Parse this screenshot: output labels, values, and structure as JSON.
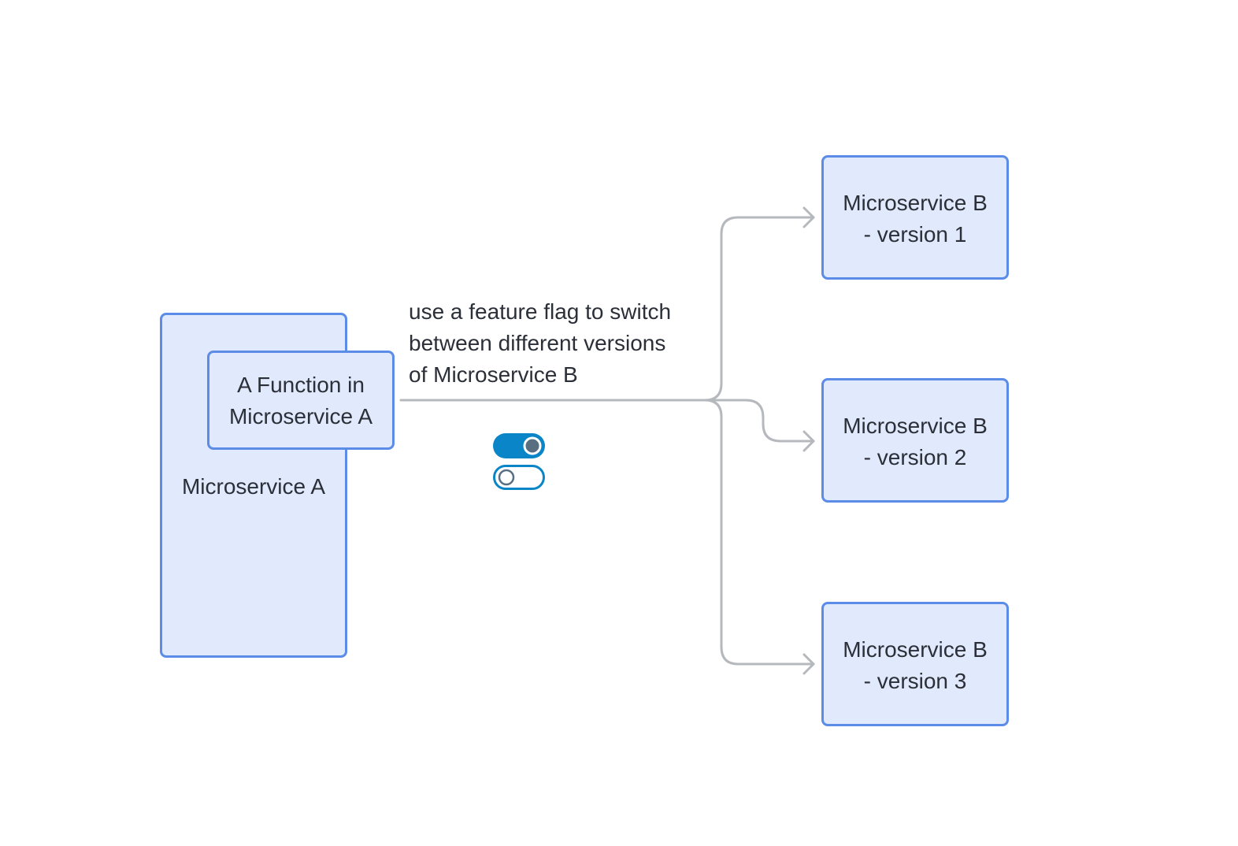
{
  "microservice_a": {
    "label": "Microservice A"
  },
  "function_box": {
    "label": "A Function in\nMicroservice A"
  },
  "annotation": {
    "text": "use a feature flag to switch\nbetween different versions\nof Microservice B"
  },
  "versions": [
    {
      "label": "Microservice B\n- version 1"
    },
    {
      "label": "Microservice B\n- version 2"
    },
    {
      "label": "Microservice B\n- version 3"
    }
  ],
  "toggles": [
    {
      "name": "toggle-on-icon",
      "state": "on"
    },
    {
      "name": "toggle-off-icon",
      "state": "off"
    }
  ],
  "colors": {
    "box_fill": "#e1e9fc",
    "box_border": "#5b8ce8",
    "connector": "#b5b8bd",
    "toggle_on": "#0a86c8",
    "toggle_knob_on": "#5a6e82"
  }
}
